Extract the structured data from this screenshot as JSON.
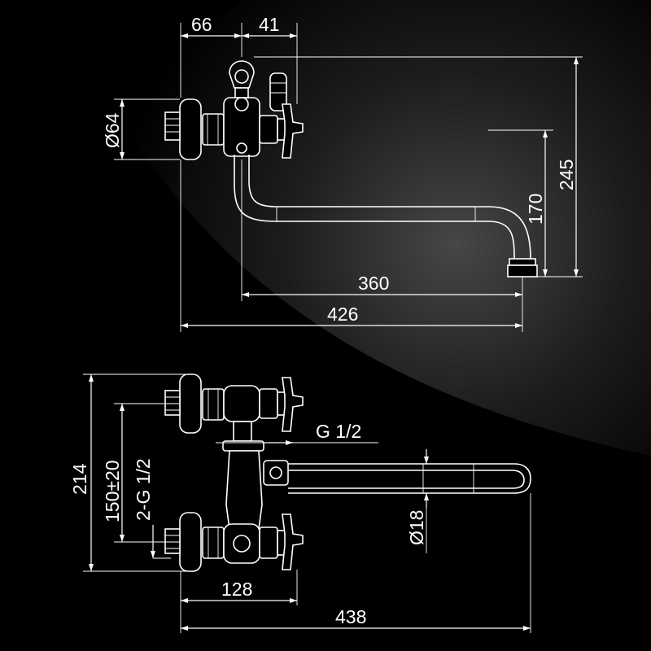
{
  "top_view": {
    "dim_66": "66",
    "dim_41": "41",
    "dim_d64": "Ø64",
    "dim_245": "245",
    "dim_170": "170",
    "dim_360": "360",
    "dim_426": "426"
  },
  "front_view": {
    "dim_g12": "G 1/2",
    "dim_214": "214",
    "dim_150": "150±20",
    "dim_2g12": "2-G 1/2",
    "dim_d18": "Ø18",
    "dim_128": "128",
    "dim_438": "438"
  },
  "colors": {
    "background": "#000000",
    "lines": "#ffffff"
  }
}
